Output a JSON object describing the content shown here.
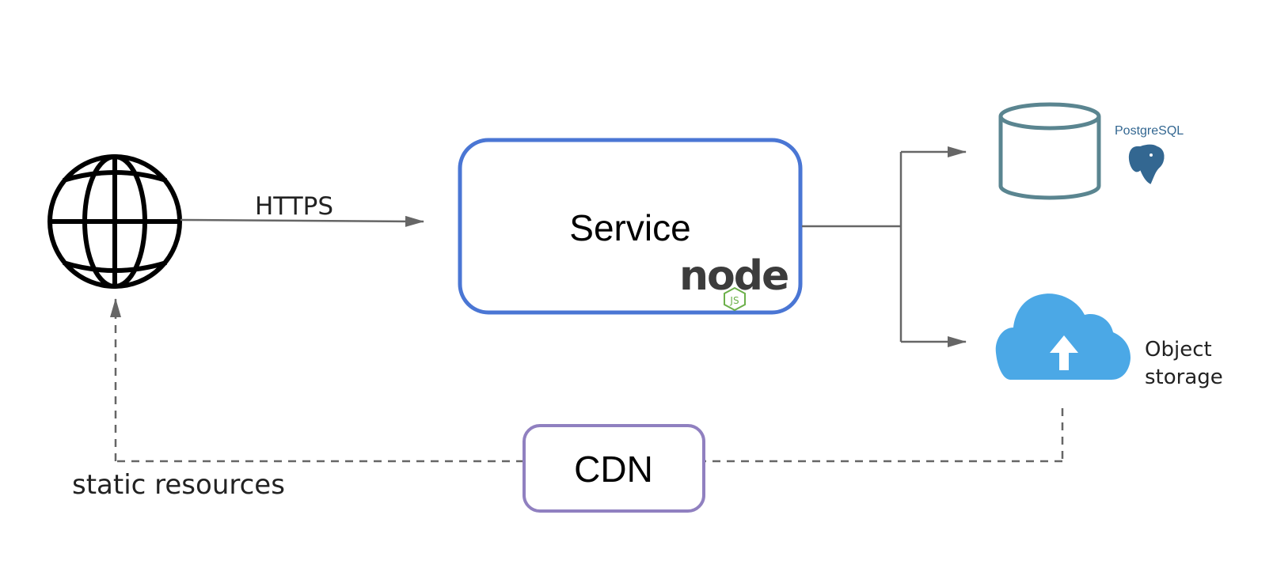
{
  "nodes": {
    "internet": {
      "icon": "globe-icon"
    },
    "service": {
      "label": "Service",
      "tech": "node",
      "tech_sub": "JS",
      "icon": "nodejs-logo",
      "border_color": "#4a76d4"
    },
    "database": {
      "icon": "database-cylinder-icon",
      "brand": "PostgreSQL",
      "brand_icon": "elephant-icon",
      "color": "#5a8590"
    },
    "object_storage": {
      "label_line1": "Object",
      "label_line2": "storage",
      "icon": "cloud-upload-icon",
      "color": "#4ba8e6"
    },
    "cdn": {
      "label": "CDN",
      "border_color": "#9080c0"
    }
  },
  "edges": {
    "https": {
      "label": "HTTPS"
    },
    "static": {
      "label": "static resources"
    }
  },
  "colors": {
    "edge": "#666666",
    "node_dark": "#3c3c3c",
    "node_green": "#6cb04a",
    "pg_blue": "#336791"
  }
}
